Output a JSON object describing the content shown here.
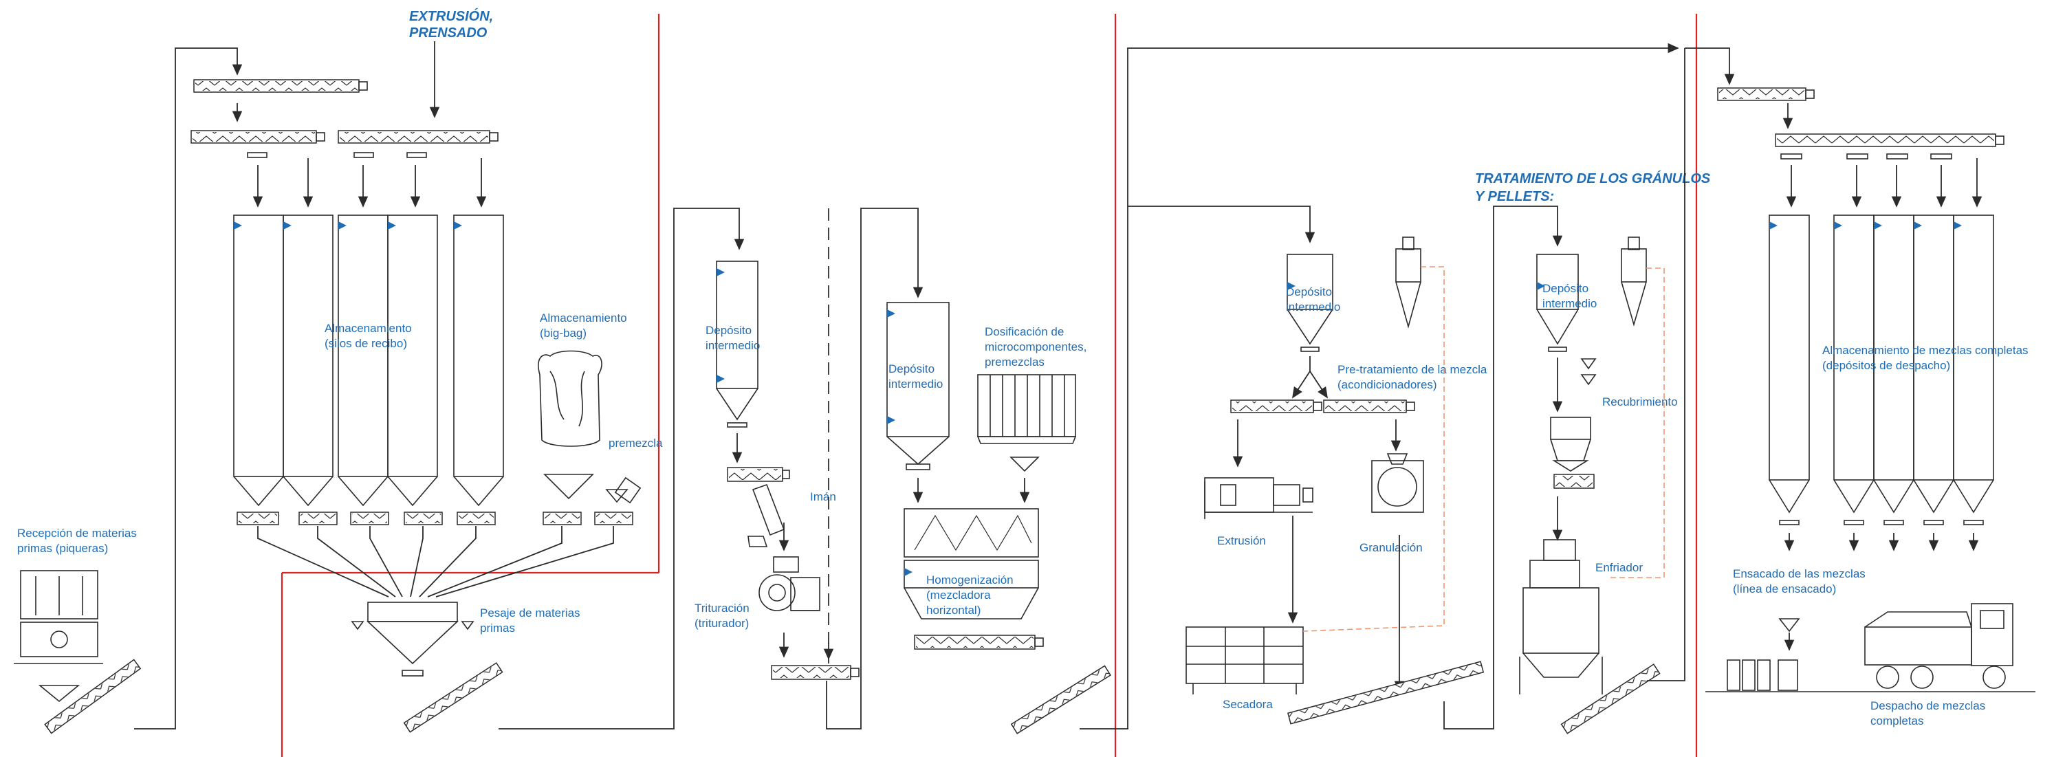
{
  "headers": {
    "extrusion_1": "EXTRUSIÓN,",
    "extrusion_2": "PRENSADO",
    "treatment_1": "TRATAMIENTO DE LOS GRÁNULOS",
    "treatment_2": "Y PELLETS:"
  },
  "labels": {
    "reception_1": "Recepción de materias",
    "reception_2": "primas (piqueras)",
    "storage_1": "Almacenamiento",
    "storage_2": "(silos de recibo)",
    "bigbag_1": "Almacenamiento",
    "bigbag_2": "(big-bag)",
    "premix": "premezcla",
    "weighing_1": "Pesaje de materias",
    "weighing_2": "primas",
    "deposit1_1": "Depósito",
    "deposit1_2": "intermedio",
    "magnet": "Imán",
    "grinding_1": "Trituración",
    "grinding_2": "(triturador)",
    "deposit2_1": "Depósito",
    "deposit2_2": "intermedio",
    "dosing_1": "Dosificación de",
    "dosing_2": "microcomponentes,",
    "dosing_3": "premezclas",
    "homog_1": "Homogenización",
    "homog_2": "(mezcladora",
    "homog_3": "horizontal)",
    "deposit3_1": "Depósito",
    "deposit3_2": "intermedio",
    "pretreat_1": "Pre-tratamiento de la mezcla",
    "pretreat_2": "(acondicionadores)",
    "extrusion": "Extrusión",
    "granulation": "Granulación",
    "dryer": "Secadora",
    "deposit4_1": "Depósito",
    "deposit4_2": "intermedio",
    "coating": "Recubrimiento",
    "cooler": "Enfriador",
    "final_storage_1": "Almacenamiento de mezclas completas",
    "final_storage_2": "(depósitos de despacho)",
    "bagging_1": "Ensacado de las mezclas",
    "bagging_2": "(línea de ensacado)",
    "dispatch_1": "Despacho de mezclas",
    "dispatch_2": "completas"
  },
  "colors": {
    "label": "#1f6db5",
    "line": "#2b2b2b",
    "section_divider": "#e02020",
    "air_duct": "#f2956a"
  }
}
